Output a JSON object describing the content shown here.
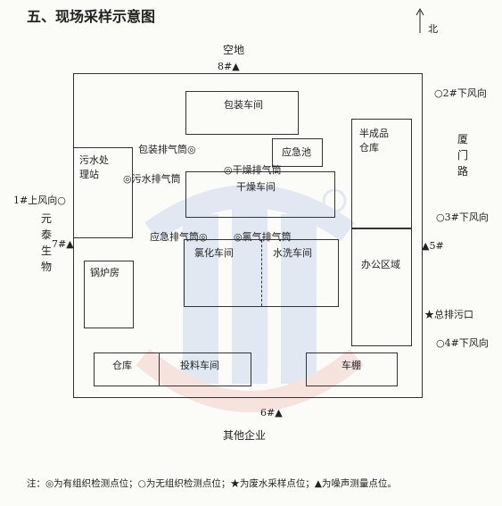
{
  "title": "五、现场采样示意图",
  "north_label": "北",
  "outside": {
    "top": "空地",
    "bottom": "其他企业",
    "left_company": "元泰生物",
    "right_road": "厦门路"
  },
  "points": {
    "p1": "1#上风向○",
    "p2": "○2#下风向",
    "p3": "○3#下风向",
    "p4": "○4#下风向",
    "p5": "▲5#",
    "p6": "6#▲",
    "p7": "7#▲",
    "p8": "8#▲",
    "outfall": "★总排污口"
  },
  "stacks": {
    "packaging": "包装排气筒◎",
    "sewage": "◎污水排气筒",
    "drying": "◎干燥排气筒",
    "emergency": "应急排气筒◎",
    "chlorine": "◎氯气排气筒"
  },
  "buildings": {
    "packaging_workshop": "包装车间",
    "sewage_station": "污水处理站",
    "emergency_pool": "应急池",
    "drying_workshop": "干燥车间",
    "semi_finished": "半成品仓库",
    "chlorination": "氯化车间",
    "washing": "水洗车间",
    "boiler": "锅炉房",
    "office": "办公区域",
    "warehouse": "仓库",
    "feeding": "投料车间",
    "shed": "车棚"
  },
  "legend": "注：◎为有组织检测点位；○为无组织检测点位；★为废水采样点位；▲为噪声测量点位。"
}
